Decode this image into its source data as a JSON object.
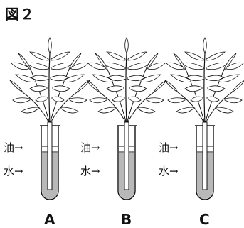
{
  "figure": {
    "title": "図２"
  },
  "tubes": [
    {
      "letter": "A",
      "oil_label": "油→",
      "water_label": "水→"
    },
    {
      "letter": "B",
      "oil_label": "油→",
      "water_label": "水→"
    },
    {
      "letter": "C",
      "oil_label": "油→",
      "water_label": "水→"
    }
  ],
  "colors": {
    "water": "#b8b8b8",
    "oil_band": "#ffffff",
    "line": "#111111"
  }
}
